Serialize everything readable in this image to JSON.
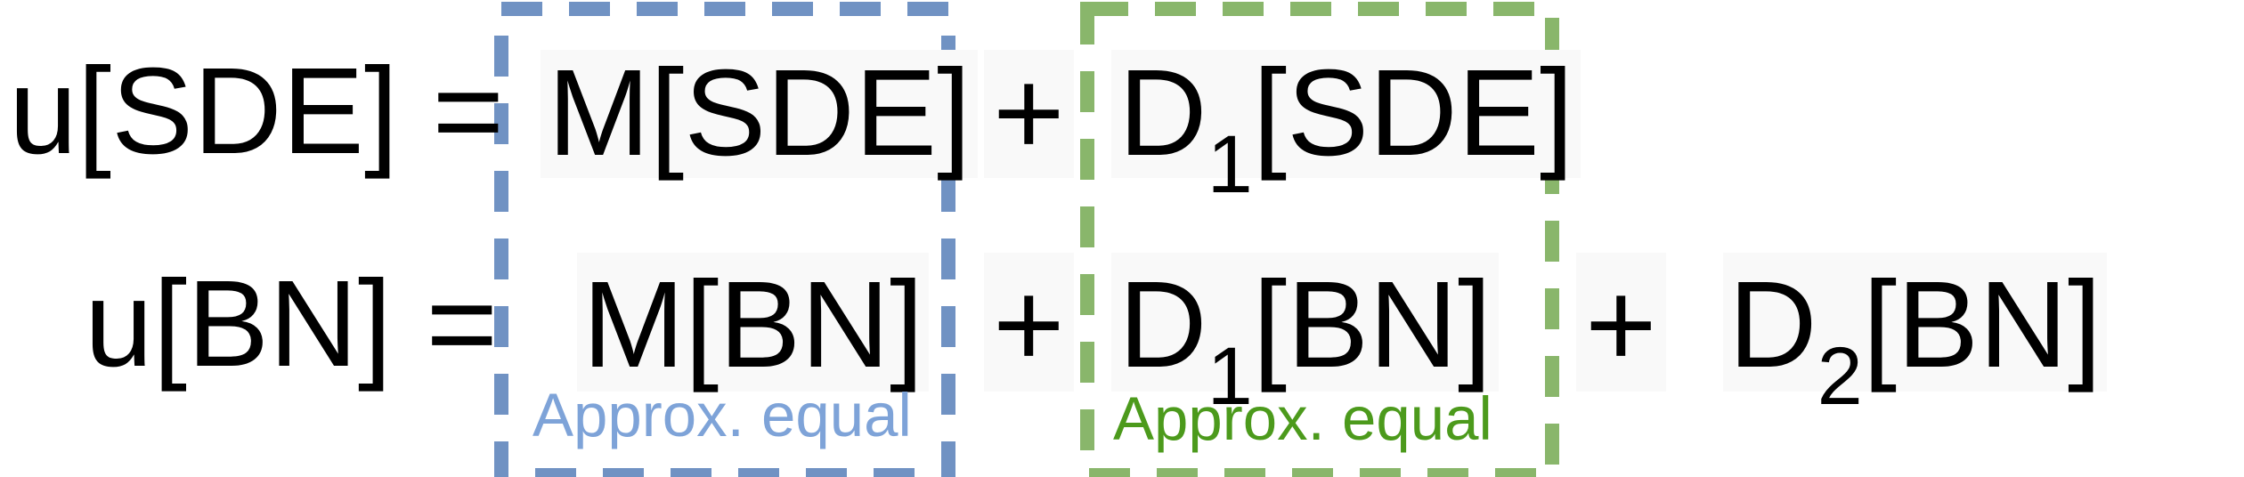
{
  "colors": {
    "blue_box": "#7092c3",
    "green_box": "#89b66b",
    "blue_text": "#7ea3d8",
    "green_text": "#4c9a1c",
    "term_background": "#f9f9f9"
  },
  "row1": {
    "lhs": "u[SDE] =",
    "m_term": "M[SDE]",
    "plus1": "+",
    "d1_prefix": "D",
    "d1_sub": "1",
    "d1_arg": "[SDE]"
  },
  "row2": {
    "lhs": "u[BN] =",
    "m_term": "M[BN]",
    "plus1": "+",
    "d1_prefix": "D",
    "d1_sub": "1",
    "d1_arg": "[BN]",
    "plus2": "+",
    "d2_prefix": "D",
    "d2_sub": "2",
    "d2_arg": "[BN]"
  },
  "annotations": {
    "blue_label": "Approx. equal",
    "green_label": "Approx. equal"
  }
}
